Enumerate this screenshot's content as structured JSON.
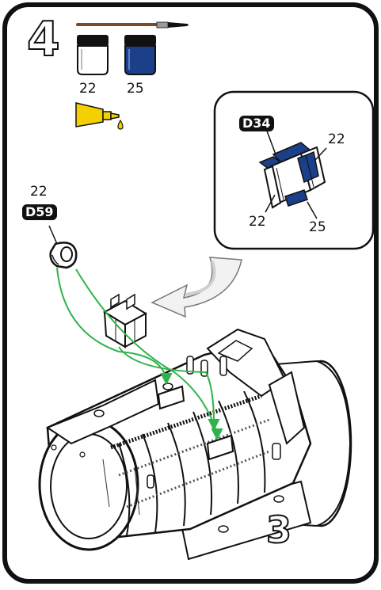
{
  "step": {
    "number": "4"
  },
  "paints": [
    {
      "code": "22",
      "color": "#ffffff"
    },
    {
      "code": "25",
      "color": "#1c3f8a"
    }
  ],
  "glue_color": "#f5d000",
  "detail_box": {
    "part_tag": "D34",
    "label_top_right": "22",
    "label_bottom_left": "22",
    "label_bottom_right": "25",
    "part_main_color": "#ffffff",
    "part_accent_color": "#1c3f8a"
  },
  "part_d59": {
    "tag": "D59",
    "paint_code": "22"
  },
  "assembly": {
    "substep_number": "3"
  },
  "guide_color": "#2fb34a"
}
